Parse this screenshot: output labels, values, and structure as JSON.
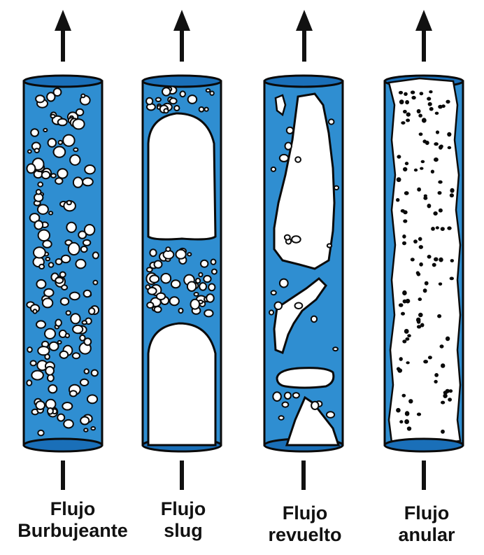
{
  "colors": {
    "pipe_fill": "#2f8ed1",
    "pipe_cap": "#1a6fb8",
    "outline": "#0a0a0a",
    "gas": "#ffffff",
    "arrow": "#111111"
  },
  "pipes": [
    {
      "pattern": "bubbles",
      "line1": "Flujo",
      "line2": "Burbujeante"
    },
    {
      "pattern": "slugs",
      "line1": "Flujo",
      "line2": "slug"
    },
    {
      "pattern": "churn",
      "line1": "Flujo",
      "line2": "revuelto"
    },
    {
      "pattern": "annular",
      "line1": "Flujo",
      "line2": "anular"
    }
  ]
}
